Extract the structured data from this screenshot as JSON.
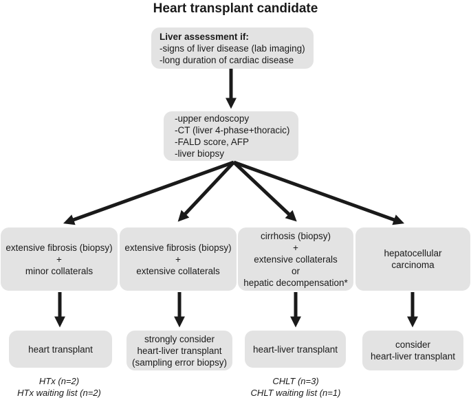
{
  "title": "Heart transplant candidate",
  "assessment": {
    "heading": "Liver assessment if:",
    "lines": [
      "-signs of liver disease (lab imaging)",
      "-long duration of cardiac disease"
    ]
  },
  "workup": {
    "lines": [
      "-upper endoscopy",
      "-CT (liver 4-phase+thoracic)",
      "-FALD score, AFP",
      "-liver biopsy"
    ]
  },
  "categories": [
    {
      "lines": [
        "extensive fibrosis (biopsy)",
        "+",
        "minor collaterals"
      ]
    },
    {
      "lines": [
        "extensive fibrosis (biopsy)",
        "+",
        "extensive collaterals"
      ]
    },
    {
      "lines": [
        "cirrhosis (biopsy)",
        "+",
        "extensive collaterals",
        "or",
        "hepatic decompensation*"
      ]
    },
    {
      "lines": [
        "hepatocellular",
        "carcinoma"
      ]
    }
  ],
  "outcomes": [
    {
      "lines": [
        "heart transplant"
      ]
    },
    {
      "lines": [
        "strongly consider",
        "heart-liver transplant",
        "(sampling error biopsy)"
      ]
    },
    {
      "lines": [
        "heart-liver transplant"
      ]
    },
    {
      "lines": [
        "consider",
        "heart-liver transplant"
      ]
    }
  ],
  "notes": {
    "col1": [
      "HTx (n=2)",
      "HTx waiting list (n=2)"
    ],
    "col3": [
      "CHLT (n=3)",
      "CHLT waiting list (n=1)"
    ]
  },
  "colors": {
    "box": "#e3e3e3",
    "arrow": "#1a1a1a",
    "text": "#1a1a1a"
  }
}
